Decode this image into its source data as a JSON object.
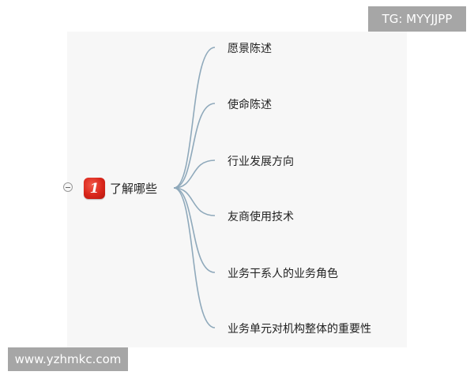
{
  "watermarks": {
    "telegram": "TG: MYYJJPP",
    "website": "www.yzhmkc.com"
  },
  "mindmap": {
    "root": {
      "priority_marker": "1",
      "label": "了解哪些"
    },
    "branches": [
      {
        "label": "愿景陈述"
      },
      {
        "label": "使命陈述"
      },
      {
        "label": "行业发展方向"
      },
      {
        "label": "友商使用技术"
      },
      {
        "label": "业务干系人的业务角色"
      },
      {
        "label": "业务单元对机构整体的重要性"
      }
    ]
  },
  "colors": {
    "connector": "#8fa9bb",
    "priority_badge": "#d9261b",
    "watermark_bg": "#a6a6a6"
  }
}
